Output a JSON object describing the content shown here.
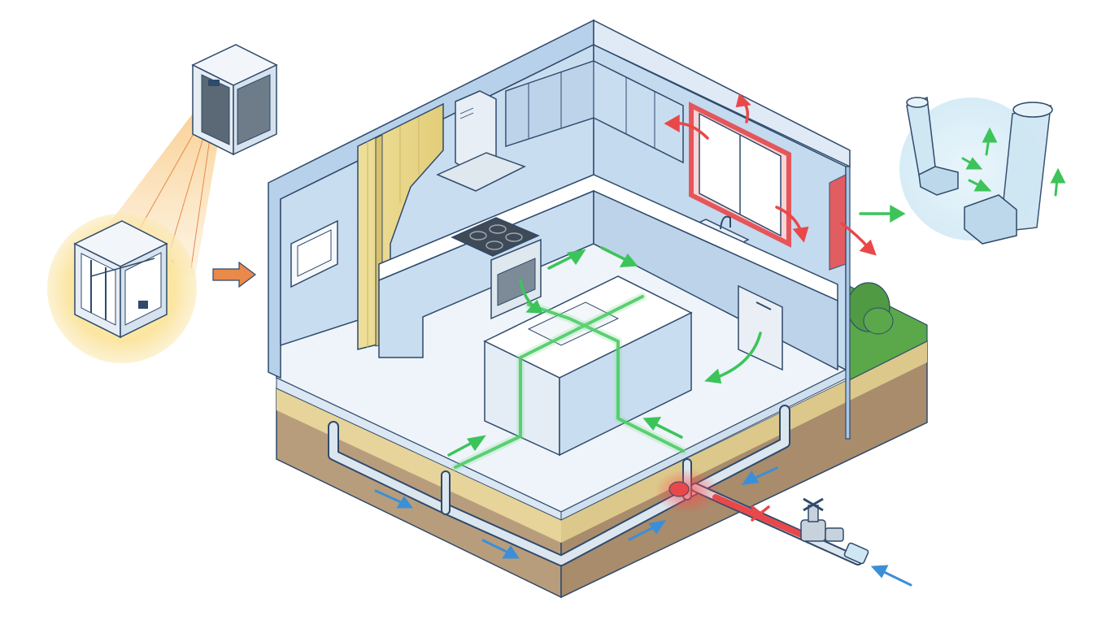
{
  "colors": {
    "airflow": "#3cc45a",
    "heat_leak": "#e8484a",
    "water": "#3b8fd8",
    "insulation": "#e9d78a",
    "wall": "#c9ddf1",
    "wall_dark": "#a9c6e6",
    "floor": "#eef4fa",
    "soil": "#b89d7d",
    "grass": "#5aa84a",
    "print_glow": "#f4a93c",
    "callout_orange": "#e9894a",
    "inhaler": "#cfe6f3",
    "outline": "#2f4a6b"
  },
  "icons": [
    "printer-3d-icon",
    "printer-3d-large-icon",
    "inhaler-icon",
    "valve-icon",
    "blocked-x-icon",
    "range-hood-icon",
    "thermostat-icon",
    "sink-icon",
    "cooktop-icon",
    "oven-icon",
    "dishwasher-icon",
    "window-icon",
    "shrub-icon"
  ],
  "legend_flows": [
    "airflow",
    "heat_leak",
    "water"
  ]
}
